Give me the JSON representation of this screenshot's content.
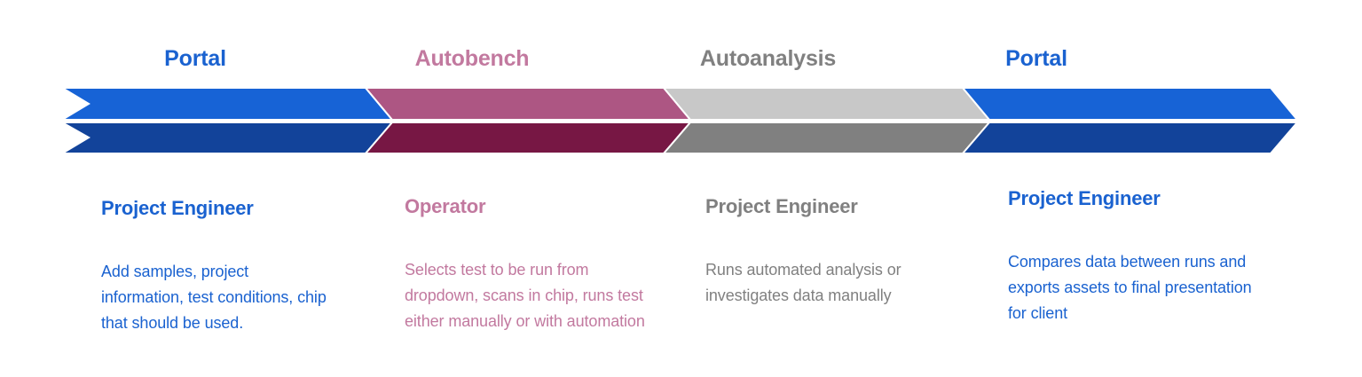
{
  "diagram": {
    "type": "chevron-process-flow",
    "stage_count": 4,
    "background_color": "#ffffff"
  },
  "colors": {
    "blue_light": "#1763d6",
    "blue_dark": "#12439a",
    "magenta_light": "#ad5683",
    "magenta_dark": "#771744",
    "gray_light": "#c8c8c8",
    "gray_dark": "#808080",
    "blue_text": "#1a62d0",
    "magenta_text": "#c2799f",
    "gray_text": "#808080",
    "separator": "#ffffff"
  },
  "stages": [
    {
      "header": "Portal",
      "header_color": "#1a62d0",
      "band_light": "#1763d6",
      "band_dark": "#12439a",
      "role": "Project Engineer",
      "role_color": "#1a62d0",
      "description": "Add samples, project information, test conditions, chip that should be used.",
      "description_color": "#1a62d0"
    },
    {
      "header": "Autobench",
      "header_color": "#c2799f",
      "band_light": "#ad5683",
      "band_dark": "#771744",
      "role": "Operator",
      "role_color": "#c2799f",
      "description": "Selects test to be run from dropdown, scans in chip, runs test either manually or with automation",
      "description_color": "#c2799f"
    },
    {
      "header": "Autoanalysis",
      "header_color": "#808080",
      "band_light": "#c8c8c8",
      "band_dark": "#808080",
      "role": "Project Engineer",
      "role_color": "#808080",
      "description": "Runs automated analysis or investigates data manually",
      "description_color": "#808080"
    },
    {
      "header": "Portal",
      "header_color": "#1a62d0",
      "band_light": "#1763d6",
      "band_dark": "#12439a",
      "role": "Project Engineer",
      "role_color": "#1a62d0",
      "description": "Compares data between runs and exports assets to final presentation for client",
      "description_color": "#1a62d0"
    }
  ]
}
